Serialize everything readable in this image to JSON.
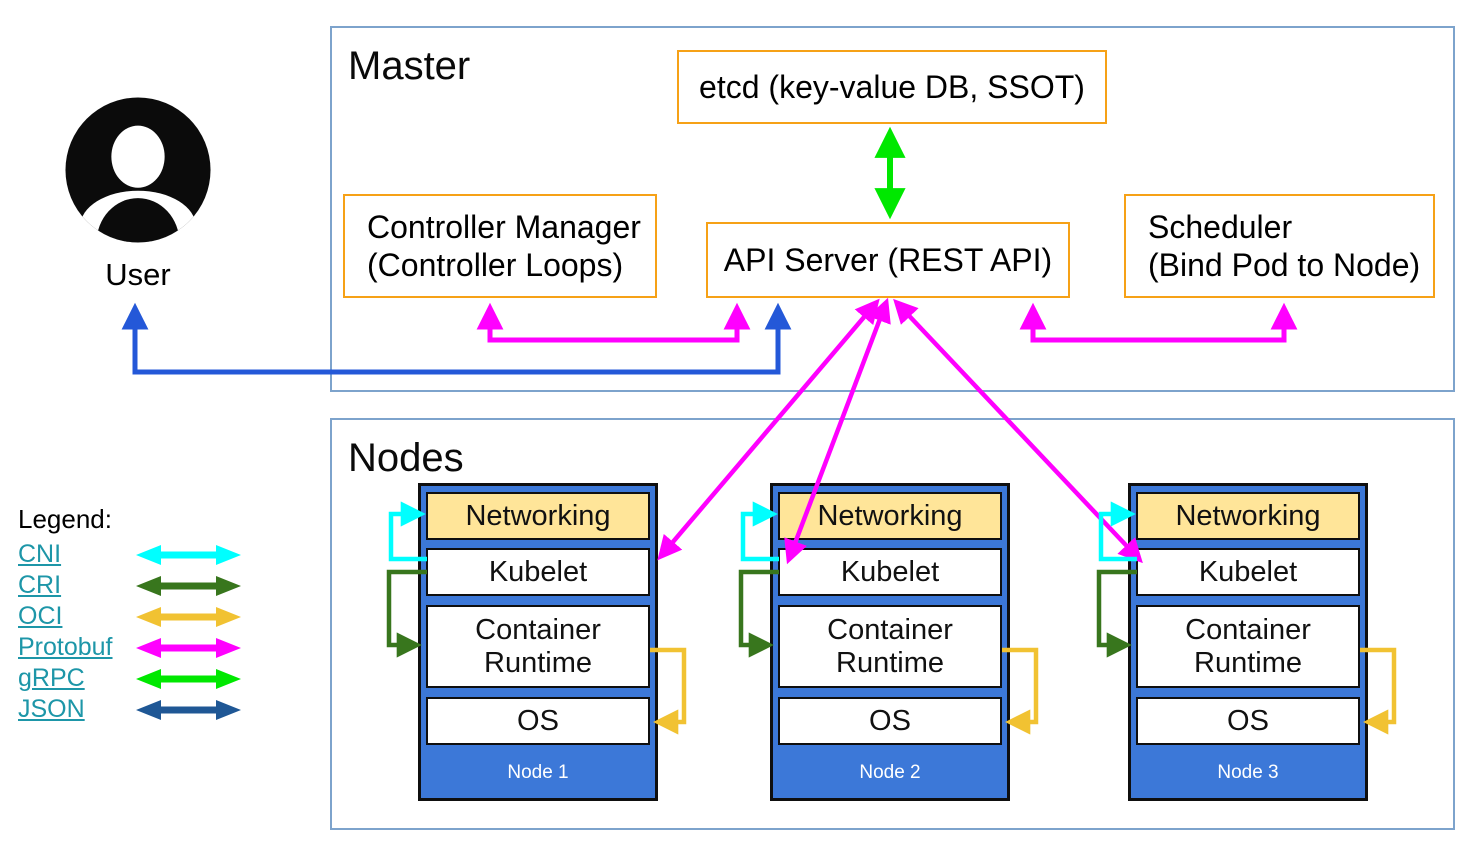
{
  "master": {
    "title": "Master",
    "etcd_label": "etcd (key-value DB, SSOT)",
    "controller_manager_line1": "Controller Manager",
    "controller_manager_line2": "(Controller Loops)",
    "api_server_label": "API Server (REST API)",
    "scheduler_line1": "Scheduler",
    "scheduler_line2": "(Bind Pod to Node)"
  },
  "user": {
    "label": "User"
  },
  "nodes_section": {
    "title": "Nodes",
    "layers": [
      "Networking",
      "Kubelet",
      "Container Runtime",
      "OS"
    ],
    "nodes": [
      {
        "label": "Node 1"
      },
      {
        "label": "Node 2"
      },
      {
        "label": "Node 3"
      }
    ]
  },
  "legend": {
    "title": "Legend:",
    "items": [
      {
        "label": "CNI",
        "color": "#00ffff"
      },
      {
        "label": "CRI",
        "color": "#38761d"
      },
      {
        "label": "OCI",
        "color": "#f1c232"
      },
      {
        "label": "Protobuf",
        "color": "#ff00ff"
      },
      {
        "label": "gRPC",
        "color": "#00e800"
      },
      {
        "label": "JSON",
        "color": "#1f5795"
      }
    ]
  },
  "colors": {
    "orange_box_border": "#f6a117",
    "frame_border": "#7da3cc",
    "node_fill": "#3c78d8",
    "networking_fill": "#ffe599",
    "user_to_api_arrow": "#2458d8",
    "etcd_api_arrow": "#00e800",
    "api_node_arrows": "#ff00ff"
  }
}
